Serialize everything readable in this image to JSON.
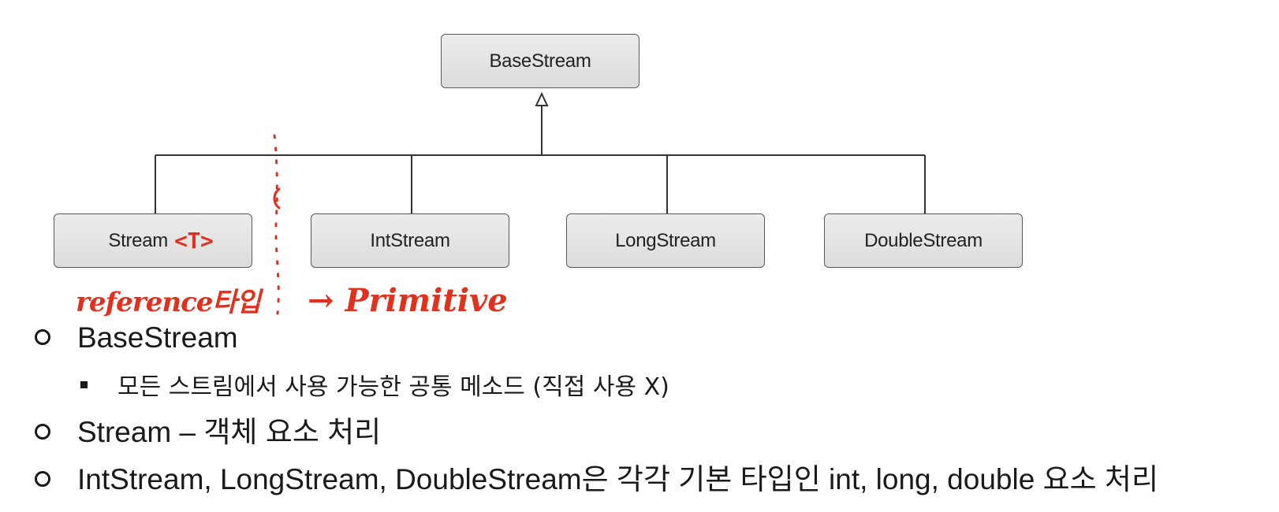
{
  "diagram": {
    "root": "BaseStream",
    "children": [
      "Stream",
      "IntStream",
      "LongStream",
      "DoubleStream"
    ],
    "stream_generic": "<T>"
  },
  "annotations": {
    "reference": "reference타입",
    "primitive": "→ Primitive",
    "color": "#e0301e"
  },
  "bullets": [
    {
      "level": 1,
      "text": "BaseStream"
    },
    {
      "level": 2,
      "text": "모든 스트림에서 사용 가능한 공통 메소드 (직접 사용 X)"
    },
    {
      "level": 1,
      "text": "Stream – 객체 요소 처리"
    },
    {
      "level": 1,
      "text": "IntStream, LongStream, DoubleStream은 각각 기본 타입인 int, long, double 요소 처리"
    }
  ]
}
